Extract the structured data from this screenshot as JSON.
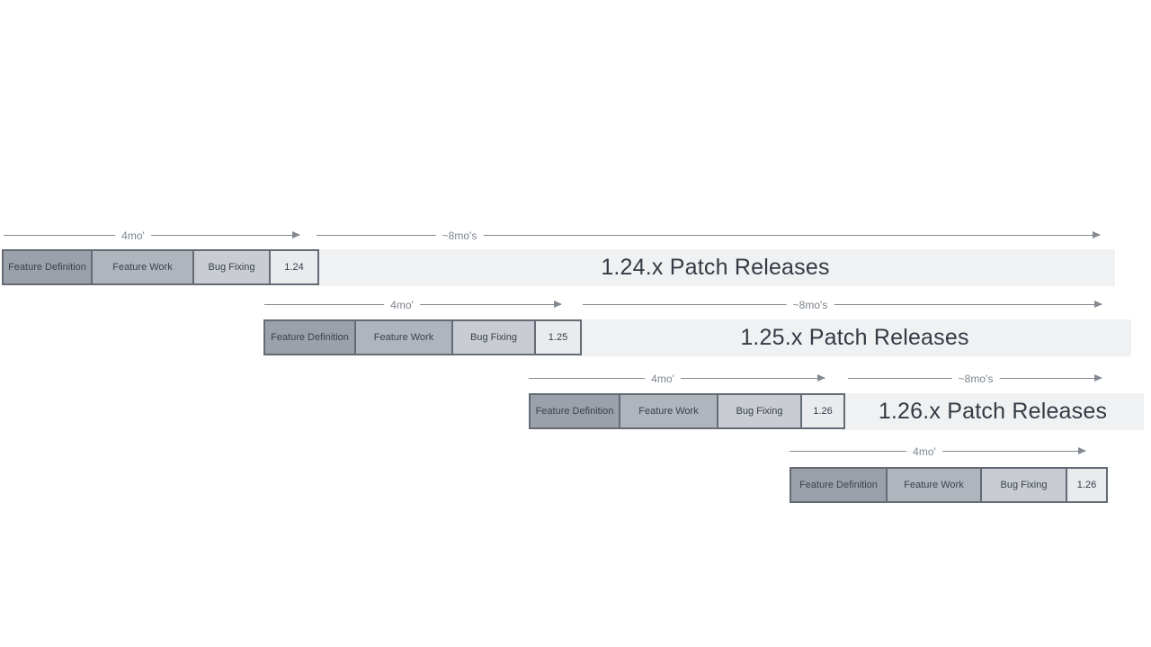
{
  "phase_labels": [
    "Feature Definition",
    "Feature Work",
    "Bug Fixing"
  ],
  "rows": [
    {
      "version": "1.24",
      "dev_duration": "4mo'",
      "patch_duration": "~8mo's",
      "patch_label": "1.24.x Patch Releases"
    },
    {
      "version": "1.25",
      "dev_duration": "4mo'",
      "patch_duration": "~8mo's",
      "patch_label": "1.25.x Patch Releases"
    },
    {
      "version": "1.26",
      "dev_duration": "4mo'",
      "patch_duration": "~8mo's",
      "patch_label": "1.26.x Patch Releases"
    },
    {
      "version": "1.26",
      "dev_duration": "4mo'"
    }
  ],
  "colors": {
    "feature_definition": "#9aa1ab",
    "feature_work": "#aeb5bd",
    "bug_fixing": "#c9cdd3",
    "version_box": "#e9ebee",
    "patch_bar": "#eff1f3",
    "arrow": "#848a91",
    "border": "#646b74"
  }
}
